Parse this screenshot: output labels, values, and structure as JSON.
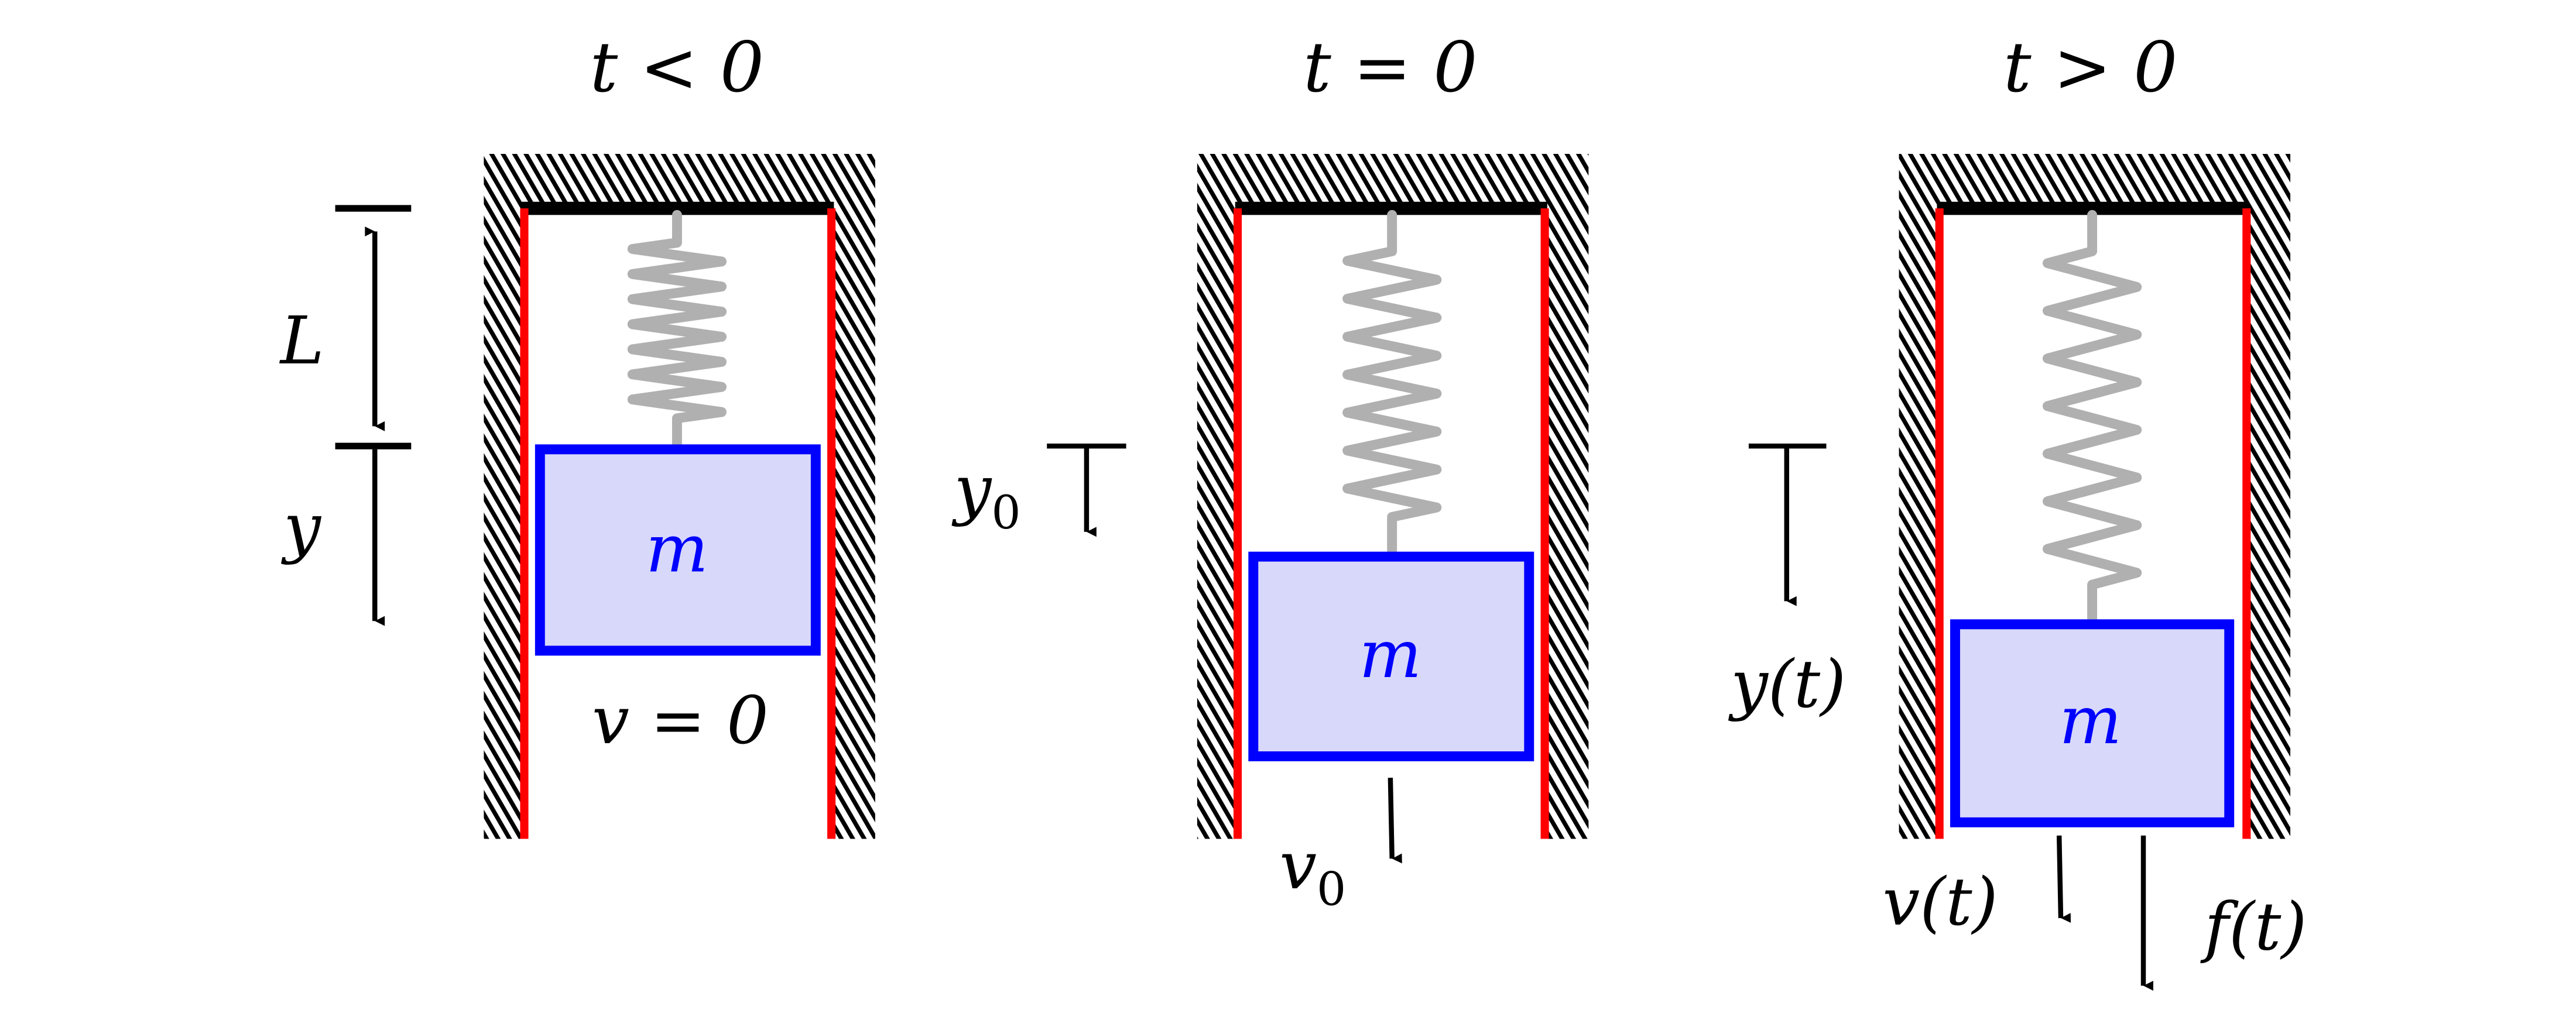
{
  "colors": {
    "wall": "#ff0000",
    "ceiling": "#000000",
    "spring": "#b0b0b0",
    "mass_border": "#0000ff",
    "mass_fill": "#d8d8fa",
    "mass_label": "#0000ff",
    "annotation": "#000000"
  },
  "panels": [
    {
      "title": "t < 0",
      "mass_label": "m",
      "status_label": "v = 0",
      "dimension_labels": {
        "spring_length": "L",
        "displacement": "y"
      }
    },
    {
      "title": "t = 0",
      "mass_label": "m",
      "displacement_label": "y",
      "displacement_subscript": "0",
      "velocity_label": "v",
      "velocity_subscript": "0"
    },
    {
      "title": "t > 0",
      "mass_label": "m",
      "displacement_label": "y(t)",
      "velocity_label": "v(t)",
      "force_label": "f(t)"
    }
  ]
}
